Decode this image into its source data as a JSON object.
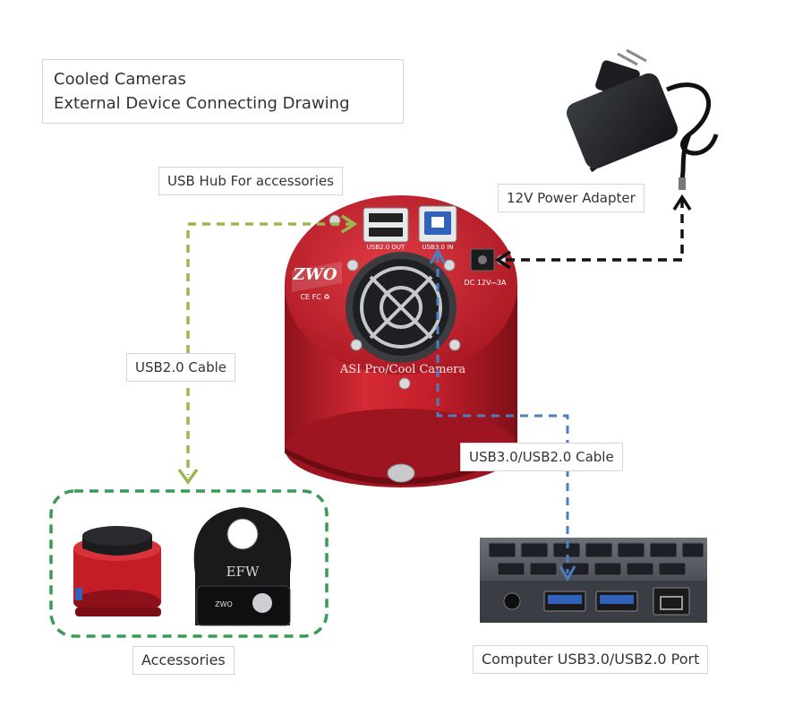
{
  "title": {
    "line1": "Cooled Cameras",
    "line2": "External Device Connecting Drawing"
  },
  "labels": {
    "usb_hub": "USB Hub For accessories",
    "power_adapter": "12V Power Adapter",
    "usb2_cable": "USB2.0 Cable",
    "usb3_cable": "USB3.0/USB2.0 Cable",
    "accessories": "Accessories",
    "computer_port": "Computer USB3.0/USB2.0 Port"
  },
  "camera": {
    "brand": "ZWO",
    "model": "ASI Pro/Cool Camera",
    "port_usb2": "USB2.0 OUT",
    "port_usb3": "USB3.0 IN",
    "power_spec": "DC 12V⎓3A",
    "cert_marks": "CE FC ♻"
  },
  "filter_wheel": {
    "name": "EFW"
  },
  "colors": {
    "usb2_line": "#9bb850",
    "usb3_line": "#4b7fc0",
    "power_line": "#111111",
    "accessory_border": "#3a9a55",
    "camera_red": "#c8202c"
  }
}
